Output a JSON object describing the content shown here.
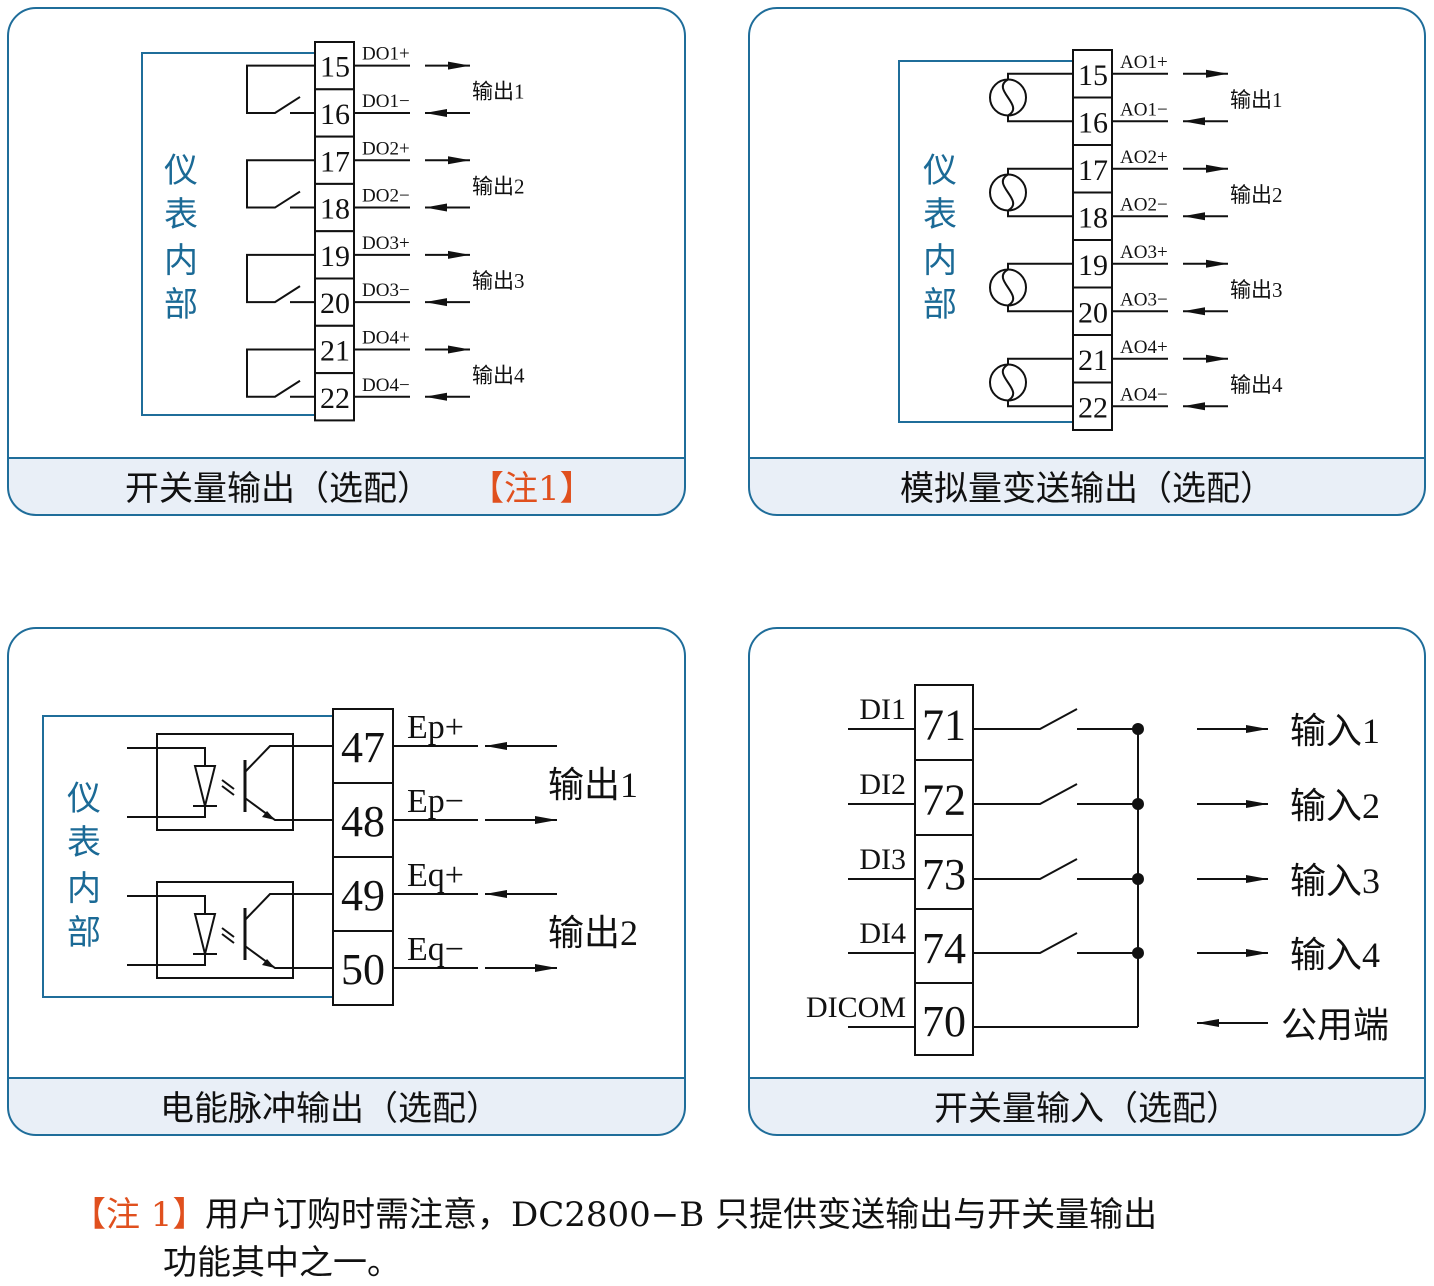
{
  "colors": {
    "border": "#1f6d9a",
    "caption_bg": "#e9eff7",
    "inner_label": "#1b6a96",
    "note": "#e0501e",
    "wire": "#111111"
  },
  "panels": {
    "digital_output": {
      "caption": "开关量输出（选配）",
      "caption_note": "【注1】",
      "inner_label": [
        "仪",
        "表",
        "内",
        "部"
      ],
      "terminals": [
        "15",
        "16",
        "17",
        "18",
        "19",
        "20",
        "21",
        "22"
      ],
      "signals": [
        "DO1+",
        "DO1−",
        "DO2+",
        "DO2−",
        "DO3+",
        "DO3−",
        "DO4+",
        "DO4−"
      ],
      "outputs": [
        "输出1",
        "输出2",
        "输出3",
        "输出4"
      ]
    },
    "analog_output": {
      "caption": "模拟量变送输出（选配）",
      "inner_label": [
        "仪",
        "表",
        "内",
        "部"
      ],
      "terminals": [
        "15",
        "16",
        "17",
        "18",
        "19",
        "20",
        "21",
        "22"
      ],
      "signals": [
        "AO1+",
        "AO1−",
        "AO2+",
        "AO2−",
        "AO3+",
        "AO3−",
        "AO4+",
        "AO4−"
      ],
      "outputs": [
        "输出1",
        "输出2",
        "输出3",
        "输出4"
      ]
    },
    "pulse_output": {
      "caption": "电能脉冲输出（选配）",
      "inner_label": [
        "仪",
        "表",
        "内",
        "部"
      ],
      "terminals": [
        "47",
        "48",
        "49",
        "50"
      ],
      "signals": [
        "Ep+",
        "Ep−",
        "Eq+",
        "Eq−"
      ],
      "outputs": [
        "输出1",
        "输出2"
      ]
    },
    "digital_input": {
      "caption": "开关量输入（选配）",
      "terminals": [
        "71",
        "72",
        "73",
        "74",
        "70"
      ],
      "signals": [
        "DI1",
        "DI2",
        "DI3",
        "DI4",
        "DICOM"
      ],
      "inputs": [
        "输入1",
        "输入2",
        "输入3",
        "输入4",
        "公用端"
      ]
    }
  },
  "note": {
    "tag": "【注 1】",
    "line1": "用户订购时需注意，DC2800−B 只提供变送输出与开关量输出",
    "line2": "功能其中之一。"
  }
}
